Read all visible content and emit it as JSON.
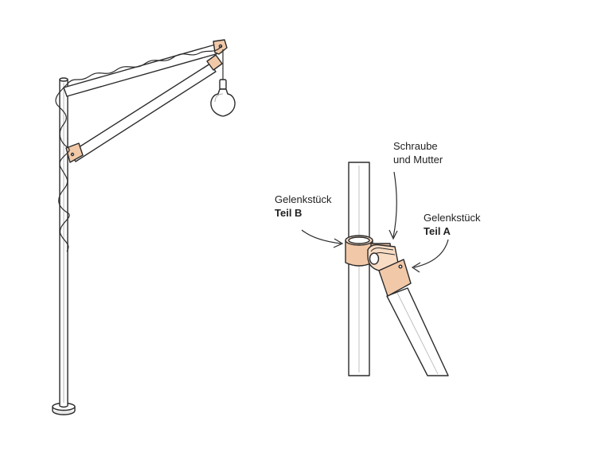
{
  "colors": {
    "line": "#2b2b2b",
    "pipe_fill": "#ffffff",
    "joint_fill": "#f2c9a8",
    "joint_light": "#f8dcc4",
    "floor_plate": "#e9e9e9"
  },
  "labels": {
    "joint_b": {
      "line1": "Gelenkstück",
      "line2": "Teil B"
    },
    "screw": {
      "line1": "Schraube",
      "line2": "und Mutter"
    },
    "joint_a": {
      "line1": "Gelenkstück",
      "line2": "Teil A"
    }
  },
  "icons": {
    "lamp": "hanging-bulb-icon",
    "joint": "pipe-joint-icon"
  }
}
